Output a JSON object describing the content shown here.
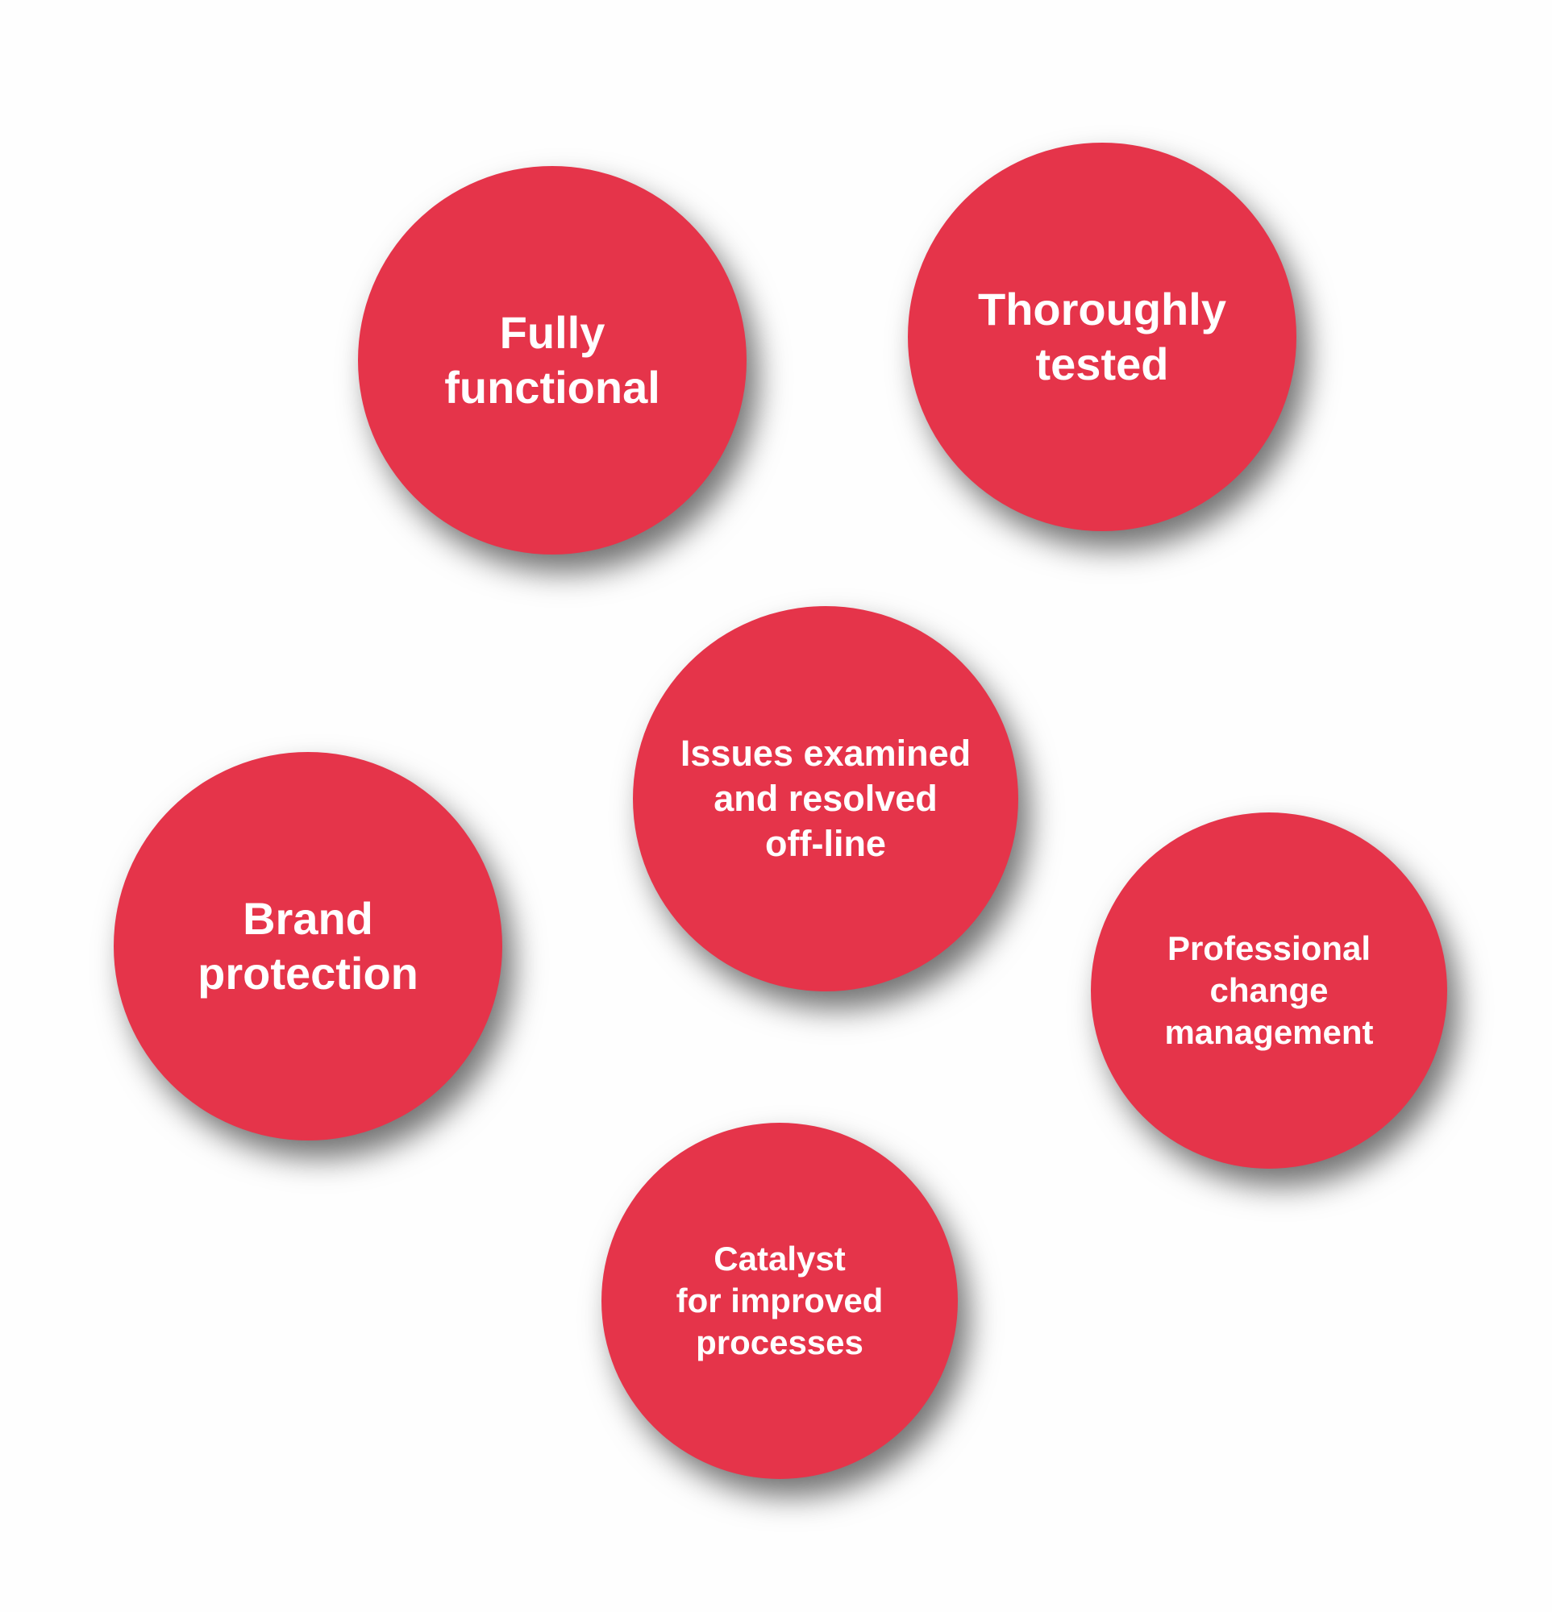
{
  "accent_color": "#e5344a",
  "circles": [
    {
      "label": "Fully\nfunctional"
    },
    {
      "label": "Thoroughly\ntested"
    },
    {
      "label": "Issues examined\nand resolved\noff-line"
    },
    {
      "label": "Brand\nprotection"
    },
    {
      "label": "Professional\nchange\nmanagement"
    },
    {
      "label": "Catalyst\nfor improved\nprocesses"
    }
  ]
}
